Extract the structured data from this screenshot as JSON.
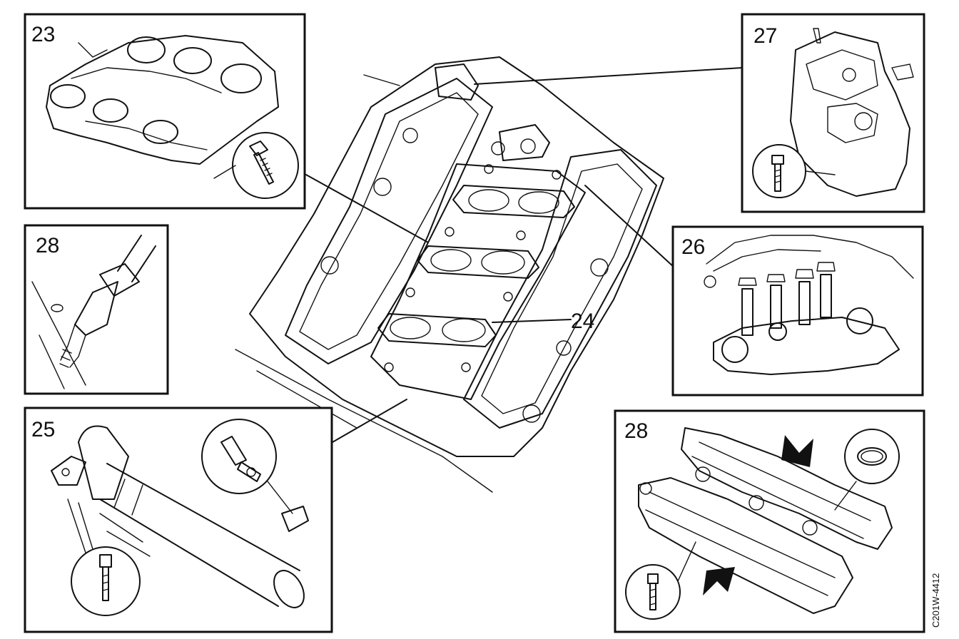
{
  "panels": {
    "p23": {
      "label": "23"
    },
    "p27": {
      "label": "27"
    },
    "p28a": {
      "label": "28"
    },
    "p26": {
      "label": "26"
    },
    "p25": {
      "label": "25"
    },
    "p28b": {
      "label": "28"
    }
  },
  "callout_24": {
    "label": "24"
  },
  "figure_code": "C201W-4412"
}
